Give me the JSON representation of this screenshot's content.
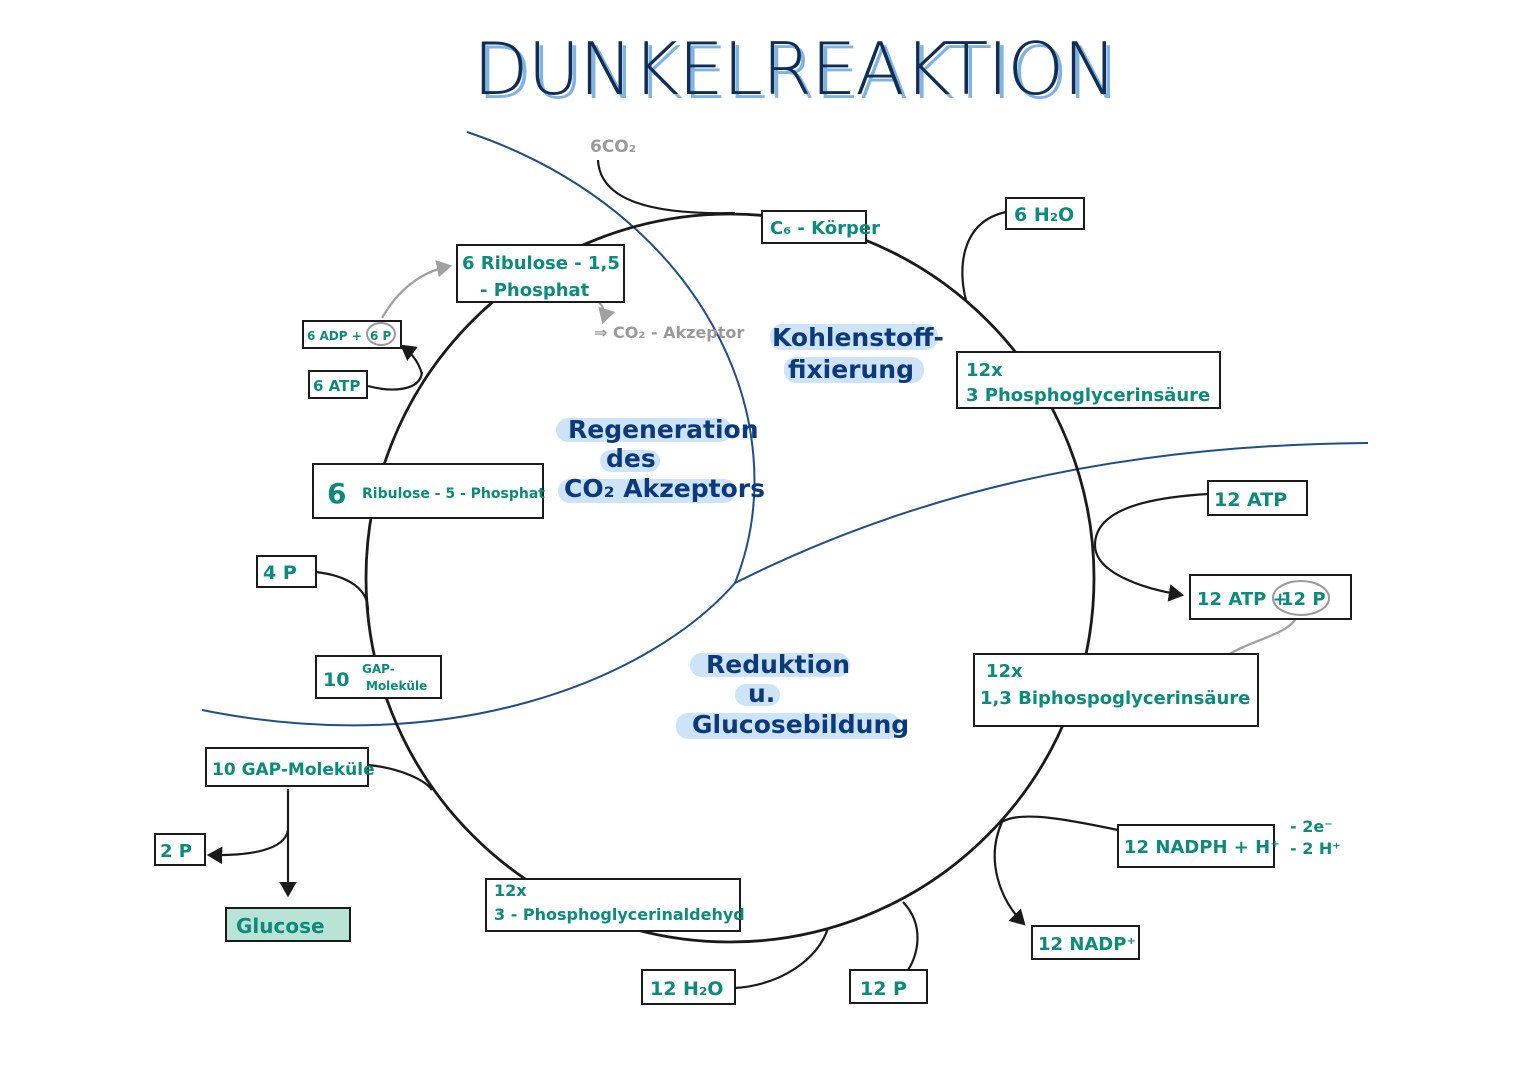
{
  "title": "DUNKELREAKTION",
  "phases": {
    "fixation": [
      "Kohlenstoff-",
      "fixierung"
    ],
    "regeneration": [
      "Regeneration",
      "des",
      "CO₂ Akzeptors"
    ],
    "reduction": [
      "Reduktion",
      "u.",
      "Glucosebildung"
    ]
  },
  "inputs": {
    "co2": "6CO₂",
    "co2_acceptor_note": "⇒ CO₂ - Akzeptor"
  },
  "boxes": {
    "c6_body": "C₆ - Körper",
    "h2o_6": "6 H₂O",
    "pga_count": "12x",
    "pga_name": "3 Phosphoglycerinsäure",
    "atp_12": "12  ATP",
    "atp_12_p_left": "12 ATP +",
    "atp_12_p_right": "12 P",
    "bpga_count": "12x",
    "bpga_name": "1,3 Biphospoglycerinsäure",
    "nadph": "12 NADPH + H⁺",
    "nadph_note_1": "- 2e⁻",
    "nadph_note_2": "- 2 H⁺",
    "nadp": "12 NADP⁺",
    "p_12": "12 P",
    "h2o_12": "12  H₂O",
    "gap_ald_count": "12x",
    "gap_ald_name": "3 - Phosphoglycerinaldehyd",
    "gap_molecules": "10  GAP-Moleküle",
    "p_2": "2 P",
    "glucose": "Glucose",
    "gap_10_num": "10",
    "gap_10_line1": "GAP-",
    "gap_10_line2": "Moleküle",
    "p_4": "4 P",
    "r5p_num": "6",
    "r5p_name": "Ribulose - 5 - Phosphat",
    "atp_6": "6 ATP",
    "adp_6_left": "6  ADP +",
    "adp_6_right": "6  P",
    "rubp_line1": "6 Ribulose - 1,5",
    "rubp_line2": "- Phosphat"
  },
  "colors": {
    "teal_text": "#0e8a7c",
    "navy_text": "#0c3a78",
    "highlight": "#bcd9f5",
    "glucose_fill": "#b9e4d5",
    "grey_annotation": "#9a9a9a"
  }
}
